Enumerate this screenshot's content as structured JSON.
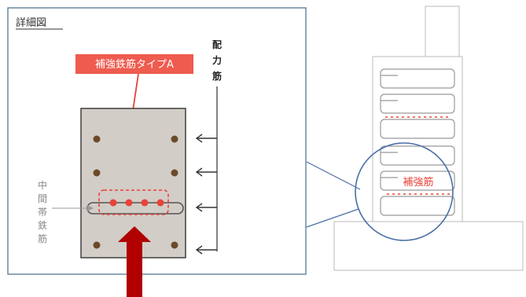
{
  "detail_panel": {
    "title": "詳細図",
    "type_label": "補強鉄筋タイプA",
    "distribution_bar_label": [
      "配",
      "力",
      "筋"
    ],
    "middle_hoop_label": [
      "中",
      "間",
      "帯",
      "鉄",
      "筋"
    ]
  },
  "pier_view": {
    "reinforcement_label": "補強筋"
  },
  "colors": {
    "accent_red": "#e8423a",
    "arrow_dark_red": "#b00000",
    "concrete": "#d2cdc6",
    "rebar": "#6b4a2a",
    "circle_stroke": "#4a6fa5"
  }
}
